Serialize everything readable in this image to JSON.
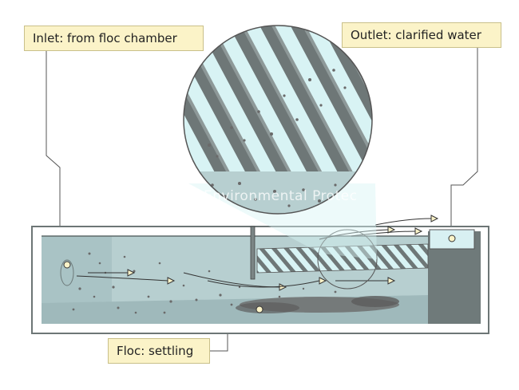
{
  "labels": {
    "inlet": "Inlet: from floc chamber",
    "outlet": "Outlet: clarified water",
    "floc": "Floc: settling"
  },
  "watermark": "Environmental Protec",
  "colors": {
    "water": "#b7cfd0",
    "water_dark": "#9fb9bb",
    "tank_wall": "#7f8c8c",
    "plate_light": "#d8f3f4",
    "plate_dark": "#6e7777",
    "sludge": "#6a6a6a",
    "callout_bg": "#fbf3c8",
    "arrow": "#333333"
  }
}
